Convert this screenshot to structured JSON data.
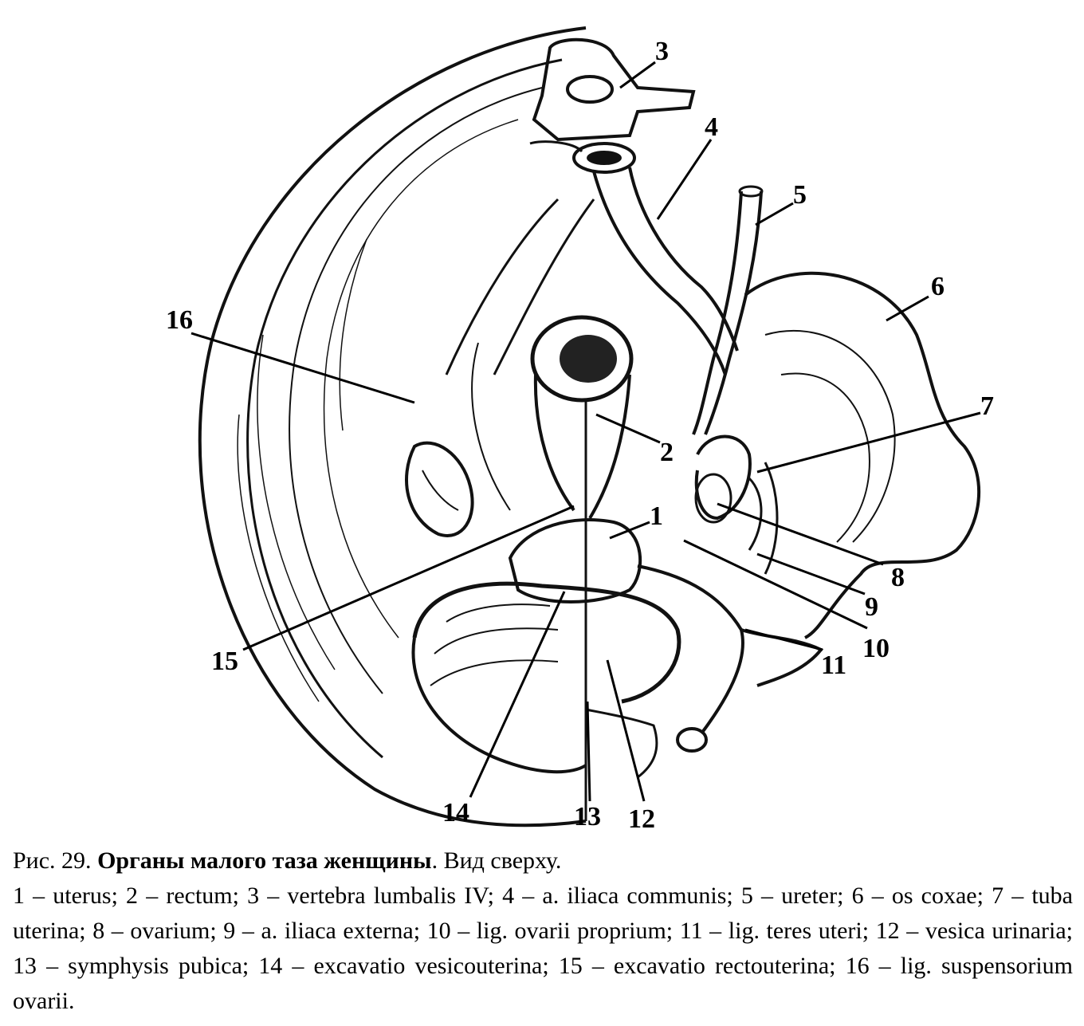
{
  "callouts": [
    {
      "id": "1",
      "label": "1"
    },
    {
      "id": "2",
      "label": "2"
    },
    {
      "id": "3",
      "label": "3"
    },
    {
      "id": "4",
      "label": "4"
    },
    {
      "id": "5",
      "label": "5"
    },
    {
      "id": "6",
      "label": "6"
    },
    {
      "id": "7",
      "label": "7"
    },
    {
      "id": "8",
      "label": "8"
    },
    {
      "id": "9",
      "label": "9"
    },
    {
      "id": "10",
      "label": "10"
    },
    {
      "id": "11",
      "label": "11"
    },
    {
      "id": "12",
      "label": "12"
    },
    {
      "id": "13",
      "label": "13"
    },
    {
      "id": "14",
      "label": "14"
    },
    {
      "id": "15",
      "label": "15"
    },
    {
      "id": "16",
      "label": "16"
    }
  ],
  "caption": {
    "fig_number": "Рис. 29.",
    "title": "Органы малого таза женщины",
    "subtitle": ". Вид сверху.",
    "legend": "1 – uterus; 2 – rectum; 3 – vertebra lumbalis IV; 4 – a. iliaca communis; 5 – ureter; 6 – os coxae; 7 – tuba uterina; 8 – ovarium; 9 – a. iliaca externa; 10 – lig. ovarii proprium; 11 – lig. teres uteri; 12 – vesica urinaria; 13 – symphysis pubica; 14 – excavatio vesicouterina; 15 – excavatio rectouterina; 16 – lig. suspensorium ovarii."
  }
}
